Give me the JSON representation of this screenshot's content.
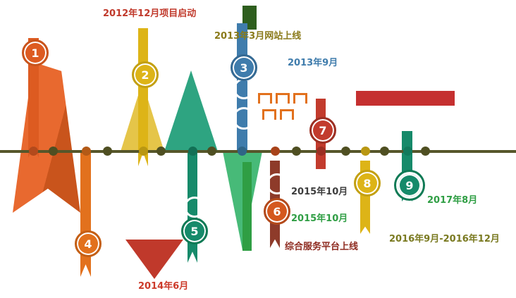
{
  "milestones": [
    {
      "num": "1",
      "label": "2012年12月项目启动"
    },
    {
      "num": "2",
      "label": "2013年3月网站上线"
    },
    {
      "num": "3",
      "label": "2013年9月"
    },
    {
      "num": "4",
      "label": "2014年6月"
    },
    {
      "num": "5",
      "label": ""
    },
    {
      "num": "6",
      "label_top": "2015年10月",
      "label_mid": "2015年10月",
      "label_bottom": "综合服务平台上线"
    },
    {
      "num": "7",
      "label": ""
    },
    {
      "num": "8",
      "label": "2016年9月-2016年12月"
    },
    {
      "num": "9",
      "label": "2017年8月"
    }
  ],
  "colors": {
    "timeline": "#56562a",
    "orange": "#dd5b21",
    "yellow": "#ddb417",
    "blue": "#3f7cac",
    "teal": "#168a6a",
    "red": "#c23b2d",
    "green": "#2f9e44",
    "maroon": "#8e3b2a",
    "olive_text": "#7a7a21",
    "dark_red_text": "#8e2b20"
  }
}
